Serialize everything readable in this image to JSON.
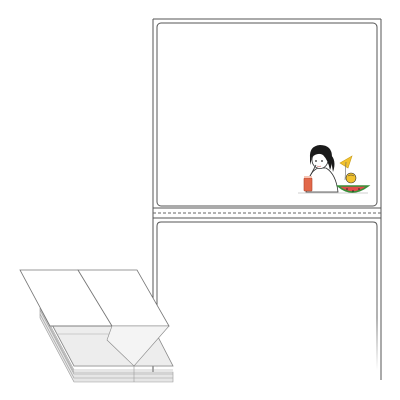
{
  "product": {
    "label_count_visible": 2,
    "perforation": "dashed",
    "fanfold_stack_labels": 4
  },
  "colors": {
    "label_border": "#555555",
    "backing": "#ffffff",
    "stack_fill": "#f2f2f2",
    "stack_shadow": "#dcdcdc",
    "perforation": "#666666",
    "drink": "#e2684a",
    "watermelon_red": "#e24b4b",
    "watermelon_green": "#3a8f3a",
    "umbrella_yellow": "#f2c22e",
    "hair": "#1a1a1a"
  },
  "illustration": {
    "subject": "girl-with-drink-and-watermelon"
  }
}
